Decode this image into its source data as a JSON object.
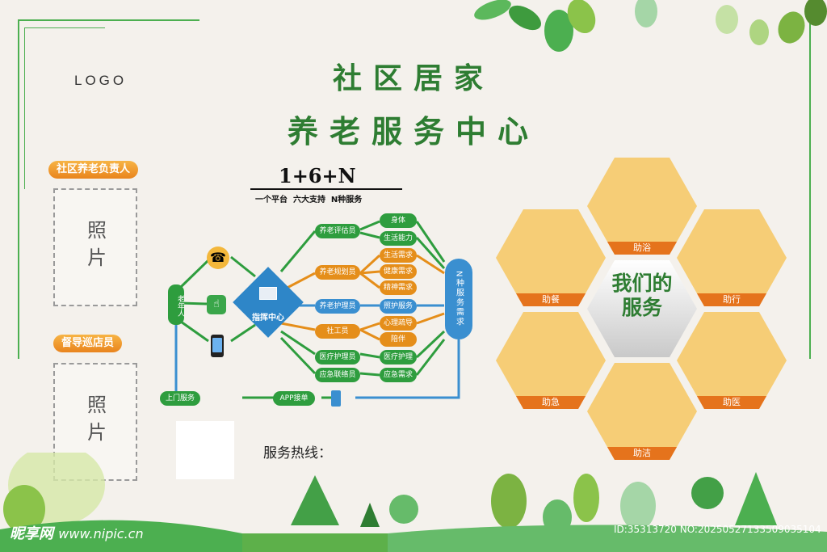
{
  "logo": "LOGO",
  "title_line1": "社区居家",
  "title_line2": "养老服务中心",
  "left_panel": {
    "label1": "社区养老负责人",
    "photo1": "照片",
    "label2": "督导巡店员",
    "photo2": "照片"
  },
  "flow": {
    "heading": "1+6+N",
    "subheading": "一个平台  六大支持  N种服务",
    "elder": "老年人",
    "center": "指挥中心",
    "roles": [
      "养老评估员",
      "养老规划员",
      "养老护理员",
      "社工员",
      "医疗护理员",
      "应急联络员"
    ],
    "needs": [
      "身体",
      "生活能力",
      "生活需求",
      "健康需求",
      "精神需求",
      "照护服务",
      "心理疏导",
      "陪伴",
      "医疗护理",
      "应急需求"
    ],
    "n_services": "N种服务需求",
    "door_service": "上门服务",
    "app_order": "APP接单"
  },
  "services": {
    "title": "我们的服务",
    "items": [
      "助浴",
      "助餐",
      "助行",
      "助急",
      "助医",
      "助洁"
    ]
  },
  "hotline": "服务热线：",
  "watermark": {
    "brand": "昵享网",
    "url": "www.nipic.cn",
    "id": "ID:35313720 NO:20250527133509035104"
  },
  "colors": {
    "green": "#2e9d3e",
    "orange": "#e58e1a",
    "blue": "#3a8fd0",
    "hex_fill": "#f6cd76",
    "hex_bar": "#e5731c"
  }
}
